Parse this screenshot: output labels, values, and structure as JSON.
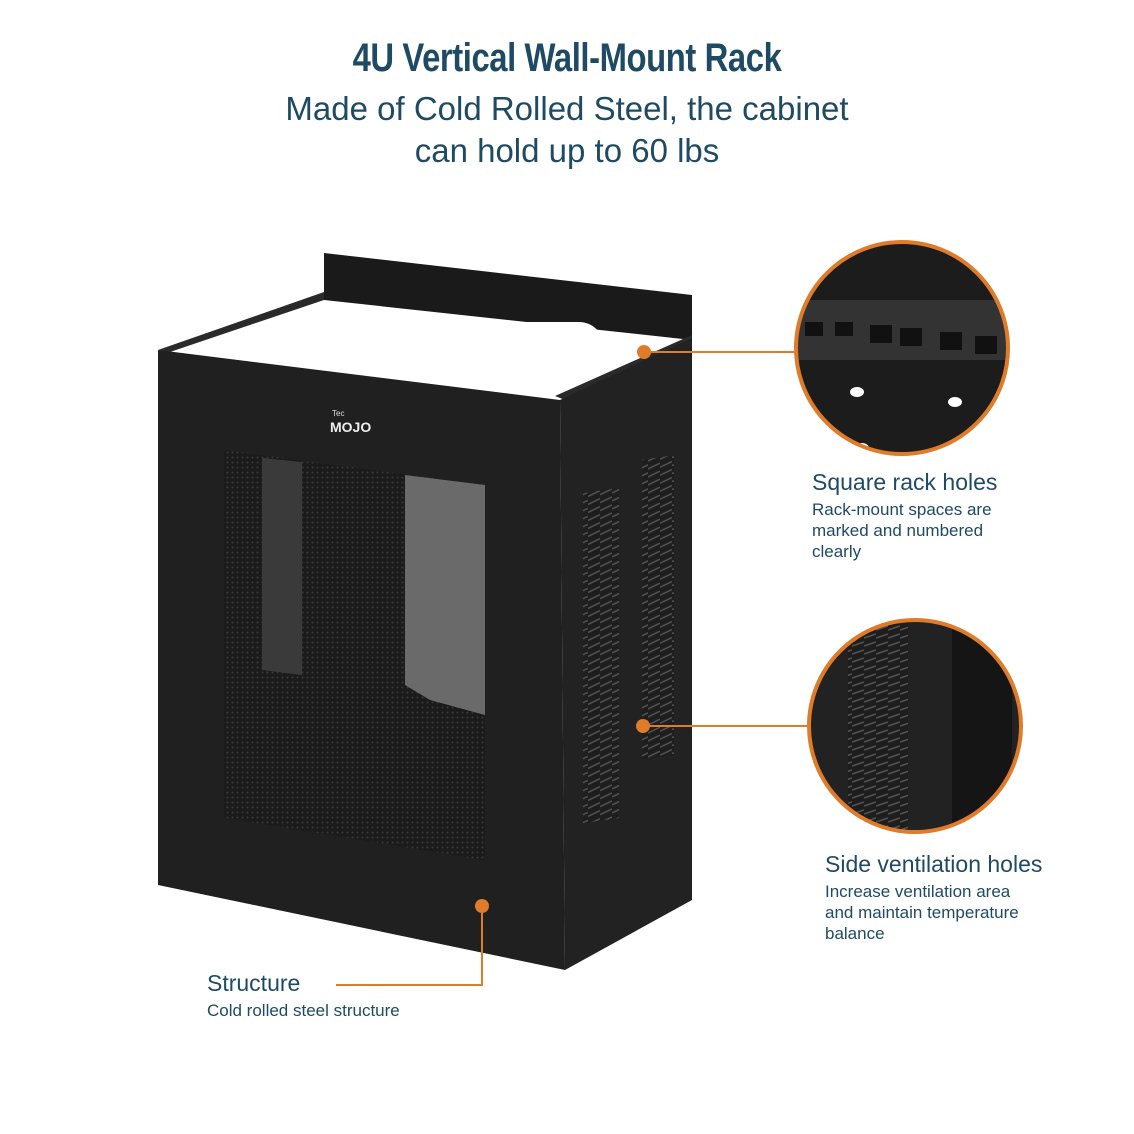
{
  "header": {
    "title": "4U Vertical Wall-Mount Rack",
    "subtitle_line1": "Made of Cold Rolled Steel, the cabinet",
    "subtitle_line2": "can hold up to 60 lbs"
  },
  "product": {
    "logo_text": "Tec MOJO"
  },
  "features": [
    {
      "title": "Square rack holes",
      "desc": [
        "Rack-mount spaces are",
        "marked and numbered",
        "clearly"
      ]
    },
    {
      "title": "Side ventilation holes",
      "desc": [
        "Increase ventilation area",
        "and maintain temperature",
        "balance"
      ]
    },
    {
      "title": "Structure",
      "desc": [
        "Cold rolled steel structure"
      ]
    }
  ],
  "colors": {
    "accent": "#e07b2a",
    "text": "#1f4a63"
  }
}
